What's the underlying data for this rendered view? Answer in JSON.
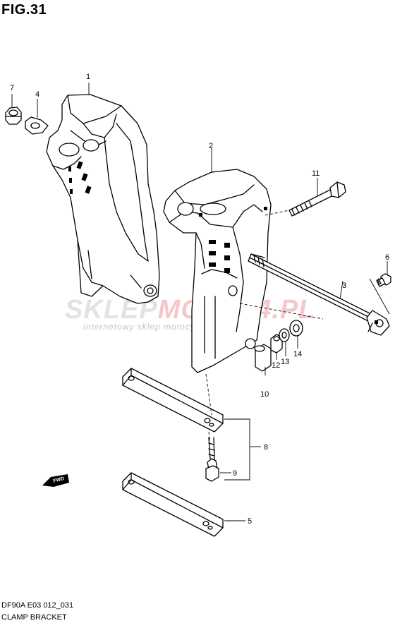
{
  "figure": {
    "title": "FIG.31"
  },
  "footer": {
    "model_code": "DF90A E03 012_031",
    "name": "CLAMP BRACKET"
  },
  "watermark": {
    "brand_a": "SKLEP",
    "brand_b": "MOTO24.PL",
    "subtitle": "internetowy sklep motocyklowy",
    "color_red": "#e0383e",
    "color_gray": "#9a9a9a"
  },
  "direction_arrow": {
    "label": "FWD"
  },
  "callouts": [
    "1",
    "2",
    "3",
    "4",
    "5",
    "6",
    "7",
    "8",
    "9",
    "10",
    "11",
    "12",
    "13",
    "14"
  ]
}
